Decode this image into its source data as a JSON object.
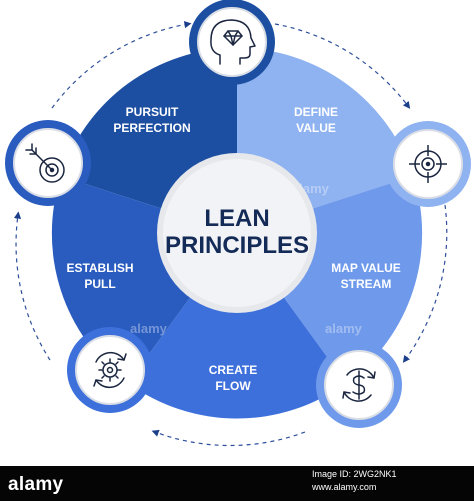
{
  "diagram": {
    "center_title_line1": "LEAN",
    "center_title_line2": "PRINCIPLES",
    "segments": [
      {
        "line1": "PURSUIT",
        "line2": "PERFECTION",
        "color": "#1c4fa1",
        "icon": "brain-diamond-icon"
      },
      {
        "line1": "DEFINE",
        "line2": "VALUE",
        "color": "#8fb2f0",
        "icon": "crosshair-target-icon"
      },
      {
        "line1": "MAP VALUE",
        "line2": "STREAM",
        "color": "#6f99ea",
        "icon": "dollar-cycle-icon"
      },
      {
        "line1": "CREATE",
        "line2": "FLOW",
        "color": "#3d70db",
        "icon": "gear-cycle-icon"
      },
      {
        "line1": "ESTABLISH",
        "line2": "PULL",
        "color": "#2a5cc0",
        "icon": "dart-target-icon"
      }
    ],
    "watermarks": [
      "alamy",
      "alamy",
      "alamy"
    ]
  },
  "footer": {
    "brand": "alamy",
    "image_id_label": "Image ID: 2WG2NK1",
    "date_label": "www.alamy.com",
    "url": "www.alamy.com"
  }
}
